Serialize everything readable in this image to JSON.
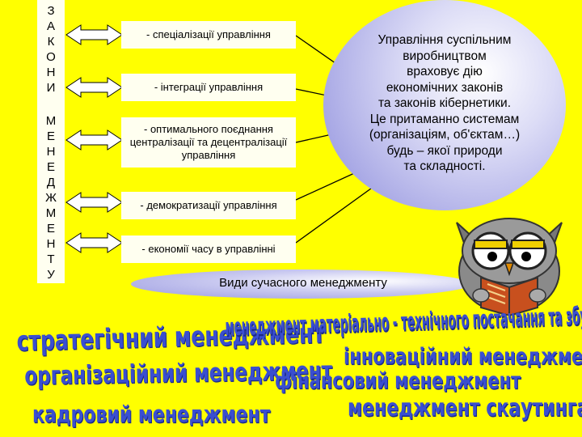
{
  "vertical_label": {
    "zakony": [
      "З",
      "А",
      "К",
      "О",
      "Н",
      "И"
    ],
    "menedzhmentu": [
      "М",
      "Е",
      "Н",
      "Е",
      "Д",
      "Ж",
      "М",
      "Е",
      "Н",
      "Т",
      "У"
    ]
  },
  "laws": [
    "- спеціалізації управління",
    "- інтеграції управління",
    "- оптимального поєднання централізації та децентралізації управління",
    "- демократизації управління",
    "- економії часу в управлінні"
  ],
  "circle_text": "Управління суспільним виробництвом враховує дію економічних законів та законів кібернетики. Це притаманно системам (організаціям, об'єктам…) будь – якої природи та складності.",
  "circle_lines": [
    "Управління суспільним",
    "виробництвом",
    "враховує дію",
    "економічних законів",
    "та законів кібернетики.",
    "Це притаманно системам",
    "(організаціям, об'єктам…)",
    "будь – якої природи",
    "та складності."
  ],
  "types_title": "Види сучасного менеджменту",
  "types": {
    "strategic": "стратегічний менеджмент",
    "organizational": "організаційний менеджмент",
    "personnel": "кадровий менеджмент",
    "logistics": "менеджмент матеріально - технічного постачання та збуту готової продукції",
    "innovation": "інноваційний менеджмент",
    "financial": "фінансовий менеджмент",
    "scouting": "менеджмент скаутинга"
  },
  "colors": {
    "background": "#ffff00",
    "box_fill": "#fffff0",
    "wordart": "#3a4fd0",
    "circle": "#9f9fe2"
  }
}
